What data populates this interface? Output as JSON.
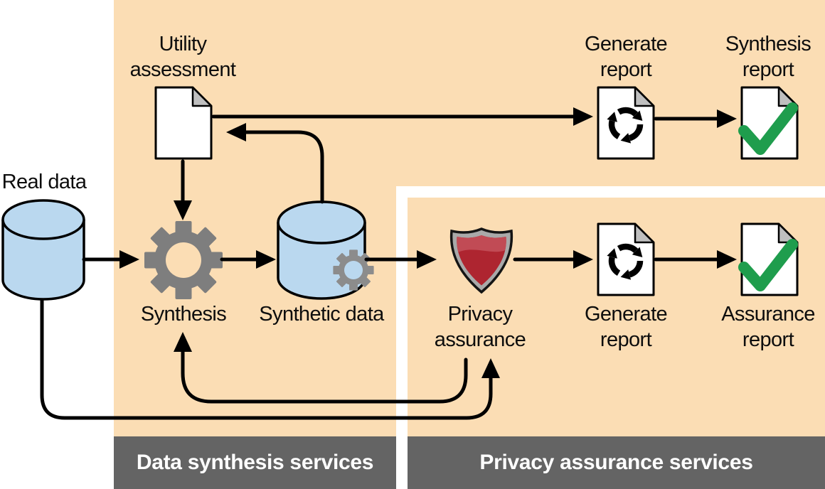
{
  "type": "flow-diagram",
  "panels": {
    "data_synthesis": {
      "label": "Data synthesis services"
    },
    "privacy_assurance": {
      "label": "Privacy assurance services"
    }
  },
  "nodes": {
    "real_data": {
      "label": "Real data",
      "icon": "database-icon"
    },
    "utility_assessment": {
      "label": "Utility assessment",
      "icon": "document-icon"
    },
    "synthesis": {
      "label": "Synthesis",
      "icon": "gear-icon"
    },
    "synthetic_data": {
      "label": "Synthetic data",
      "icon": "database-gear-icon"
    },
    "privacy_assurance": {
      "label": "Privacy assurance",
      "icon": "shield-icon"
    },
    "generate_report_top": {
      "label": "Generate report",
      "icon": "document-cycle-icon"
    },
    "synthesis_report": {
      "label": "Synthesis report",
      "icon": "document-check-icon"
    },
    "generate_report_bottom": {
      "label": "Generate report",
      "icon": "document-cycle-icon"
    },
    "assurance_report": {
      "label": "Assurance report",
      "icon": "document-check-icon"
    }
  },
  "colors": {
    "panel_bg": "#FBDDB4",
    "panel_bar": "#646464",
    "bar_text": "#FFFFFF",
    "database_fill": "#BAD8EF",
    "gear_fill": "#7E7E7E",
    "small_gear_fill": "#8C8C8C",
    "shield_border": "#A9A9A9",
    "shield_red": "#AE2530",
    "shield_gloss": "#C14B55",
    "check_green": "#1F9D4D",
    "document_fold": "#BFBFBF",
    "arrow": "#000000"
  }
}
